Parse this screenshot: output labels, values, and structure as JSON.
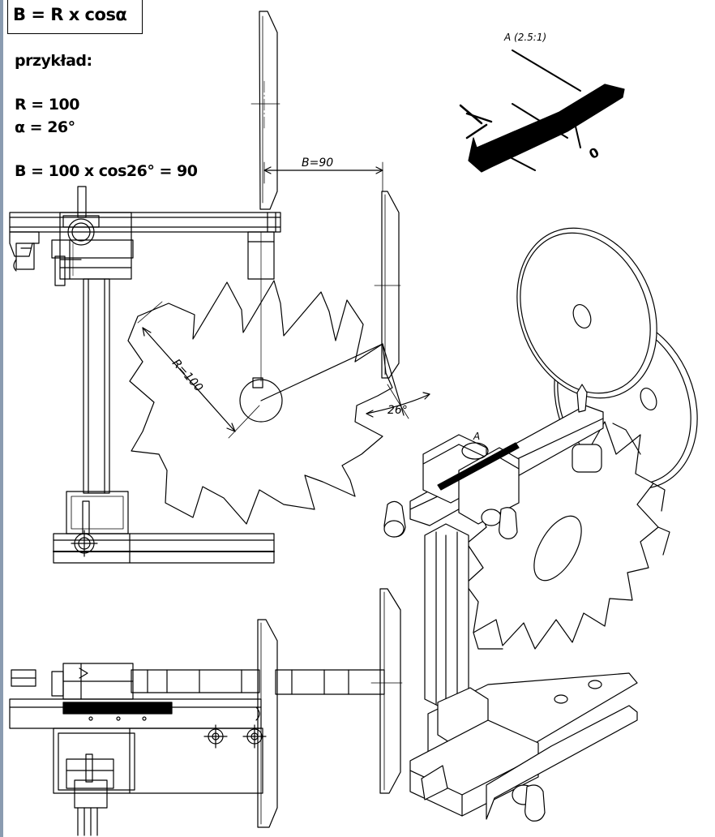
{
  "formula": {
    "boxed": "B = R x cosα"
  },
  "example": {
    "heading": "przykład:",
    "r_line": "R = 100",
    "alpha_line": "α = 26°",
    "result_line": "B = 100 x cos26° = 90"
  },
  "dimensions": {
    "b_label": "B=90",
    "r_label": "R=100",
    "angle_label": "26°"
  },
  "detail": {
    "title": "A (2.5:1)",
    "zero_mark": "0"
  },
  "isometric": {
    "view_label": "A"
  },
  "colors": {
    "line": "#000000",
    "frame": "#8a9bb0",
    "background": "#ffffff"
  }
}
